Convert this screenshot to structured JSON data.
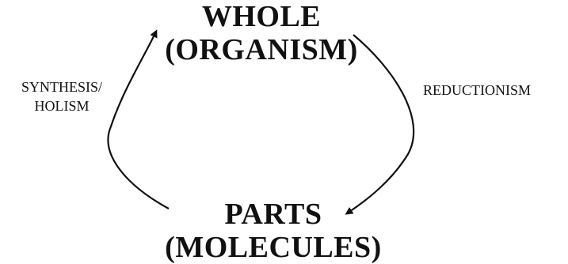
{
  "nodes": {
    "whole": {
      "line1": "WHOLE",
      "line2": "(ORGANISM)"
    },
    "parts": {
      "line1": "PARTS",
      "line2": "(MOLECULES)"
    }
  },
  "edges": {
    "synthesis": {
      "line1": "SYNTHESIS/",
      "line2": "HOLISM"
    },
    "reductionism": {
      "label": "REDUCTIONISM"
    }
  },
  "colors": {
    "ink": "#111111",
    "background": "#ffffff"
  }
}
